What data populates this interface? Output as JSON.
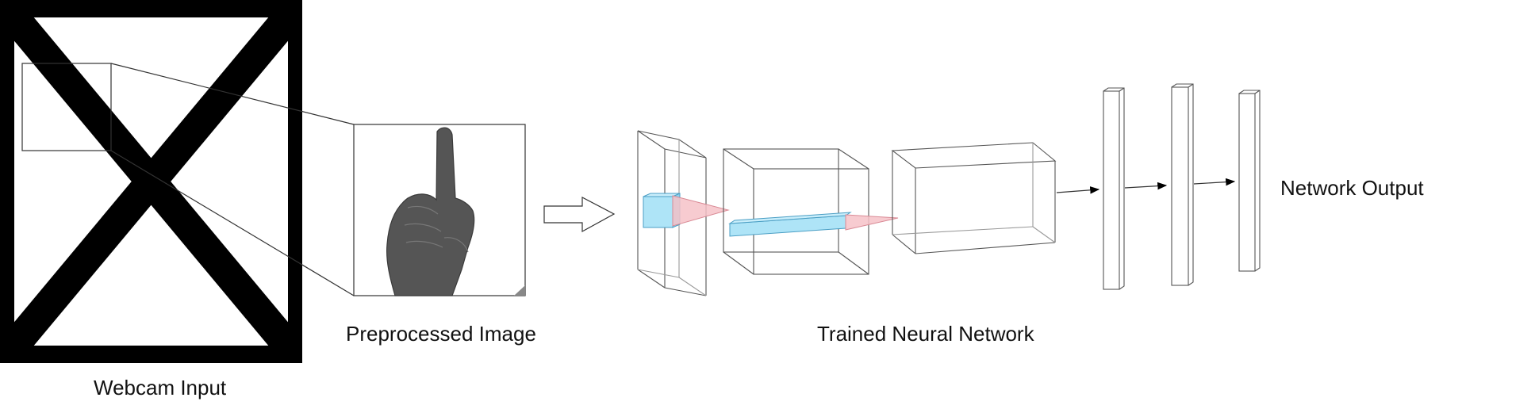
{
  "diagram": {
    "webcam_label": "Webcam Input",
    "preprocessed_label": "Preprocessed Image",
    "network_label": "Trained Neural Network",
    "output_label": "Network Output",
    "colors": {
      "frame": "#000000",
      "wire": "#555555",
      "kernel_fill": "#aee4f7",
      "kernel_stroke": "#4a9ec4",
      "projection_fill": "#f6c2c8",
      "projection_stroke": "#d98a95",
      "hand": "#555555"
    },
    "icons": [
      "hand-pointing-up-icon",
      "arrow-right-icon"
    ]
  }
}
